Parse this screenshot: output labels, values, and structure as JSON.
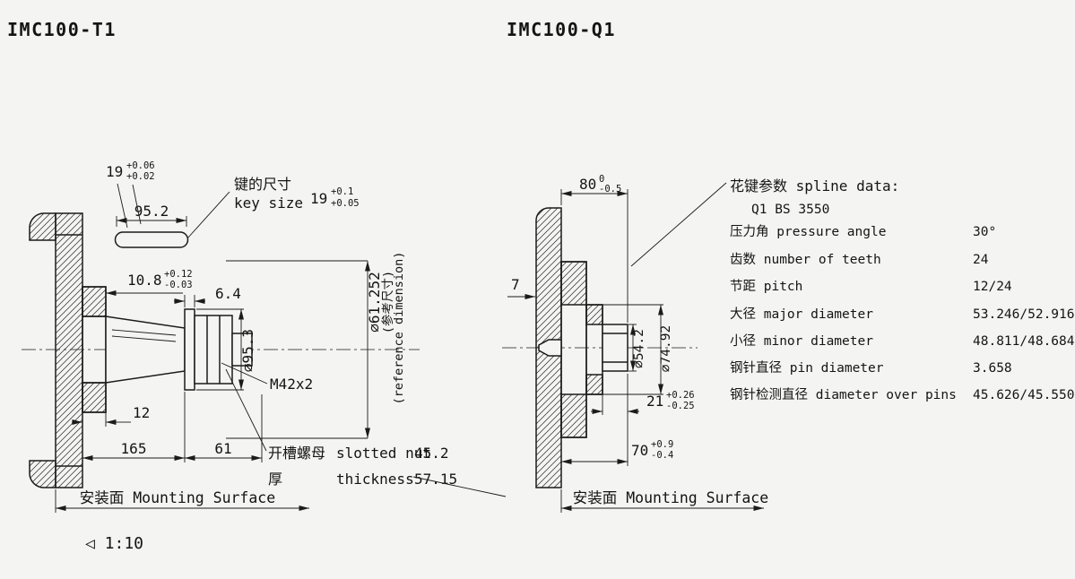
{
  "canvas": {
    "background": "#f4f4f2",
    "line_color": "#1b1b1b"
  },
  "left_view": {
    "title": "IMC100-T1",
    "scale_note": "◁ 1:10",
    "mounting_label": "安装面 Mounting Surface",
    "key_detail": {
      "width_value": "19",
      "width_tol_upper": "+0.06",
      "width_tol_lower": "+0.02",
      "length_value": "95.2",
      "label_cn": "键的尺寸",
      "label_en": "key size",
      "size_value": "19",
      "size_tol_upper": "+0.1",
      "size_tol_lower": "+0.05"
    },
    "dimensions": {
      "keyway_depth": "10.8",
      "keyway_depth_tol_upper": "+0.12",
      "keyway_depth_tol_lower": "-0.03",
      "washer_width": "6.4",
      "washer_dia": "∅95.3",
      "taper_dia": "∅61.252",
      "taper_dia_note_cn": "(参考尺寸)",
      "taper_dia_note_en": "(reference dimension)",
      "thread": "M42x2",
      "hub_length": "12",
      "body_length": "165",
      "end_length": "61"
    },
    "nut_note": {
      "cn": "开槽螺母",
      "en": "slotted nut",
      "value": "45.2",
      "thickness_cn": "厚",
      "thickness_en": "thickness",
      "thickness_value": "57.15"
    }
  },
  "right_view": {
    "title": "IMC100-Q1",
    "mounting_label": "安装面 Mounting Surface",
    "dimensions": {
      "overall_length": "80",
      "overall_tol_upper": "0",
      "overall_tol_lower": "-0.5",
      "step": "7",
      "spline_dia": "∅54.2",
      "flange_dia": "∅74.92",
      "spline_length": "21",
      "spline_length_tol_upper": "+0.26",
      "spline_length_tol_lower": "-0.25",
      "shaft_length": "70",
      "shaft_length_tol_upper": "+0.9",
      "shaft_length_tol_lower": "-0.4"
    },
    "spline_table": {
      "header": "花键参数 spline data:",
      "standard": "Q1 BS 3550",
      "rows": [
        {
          "label": "压力角 pressure angle",
          "value": "30°"
        },
        {
          "label": "齿数 number of teeth",
          "value": "24"
        },
        {
          "label": "节距 pitch",
          "value": "12/24"
        },
        {
          "label": "大径 major diameter",
          "value": "53.246/52.916"
        },
        {
          "label": "小径 minor diameter",
          "value": "48.811/48.684"
        },
        {
          "label": "钢针直径 pin diameter",
          "value": "3.658"
        },
        {
          "label": "钢针检测直径 diameter over pins",
          "value": "45.626/45.550"
        }
      ]
    }
  }
}
